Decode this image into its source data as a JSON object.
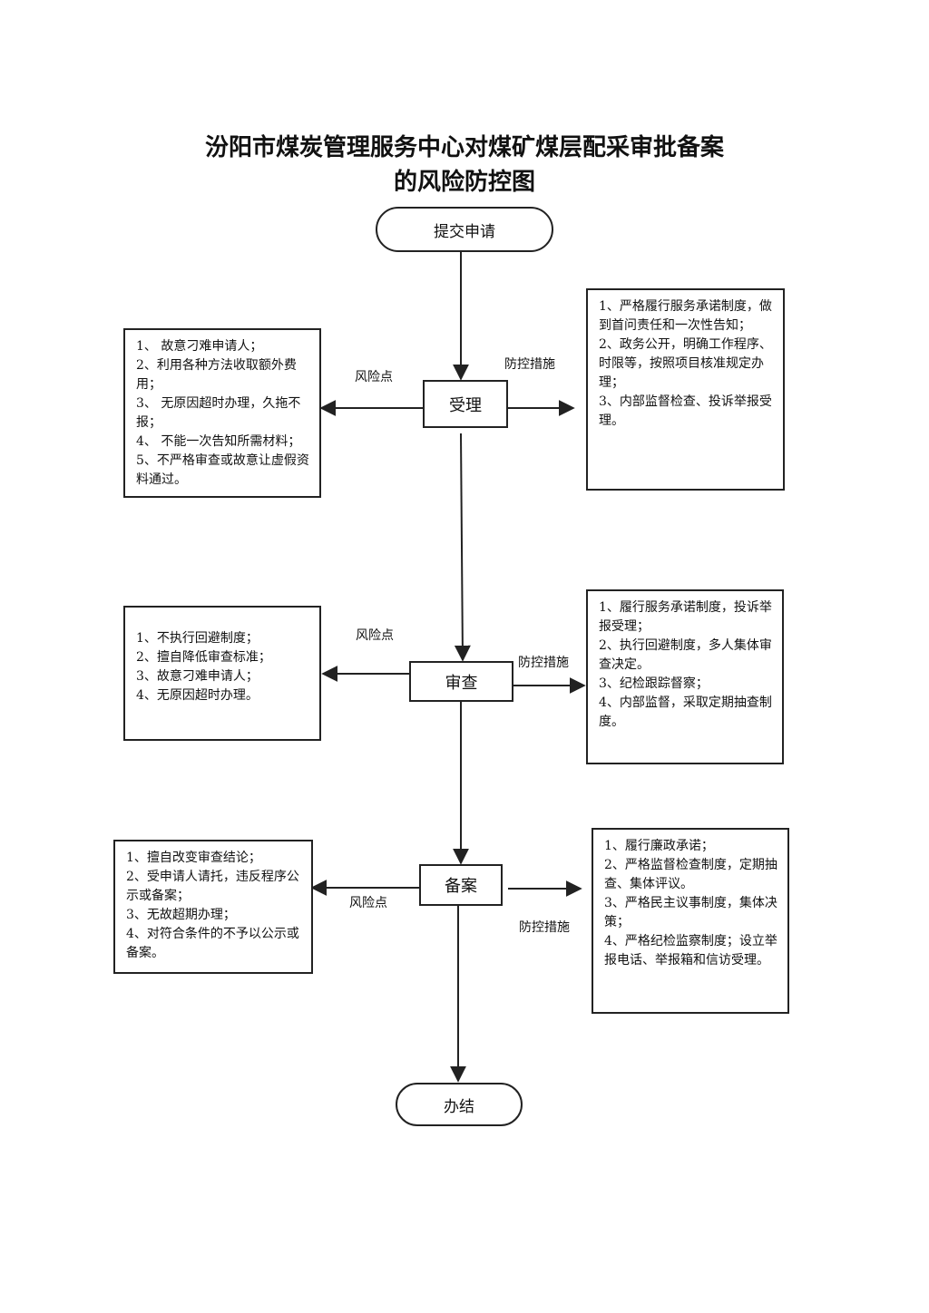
{
  "title": {
    "line1": "汾阳市煤炭管理服务中心对煤矿煤层配采审批备案",
    "line2": "的风险防控图"
  },
  "flow": {
    "start": "提交申请",
    "steps": [
      "受理",
      "审查",
      "备案"
    ],
    "end": "办结"
  },
  "labels": {
    "risk_point": "风险点",
    "control_measure": "防控措施"
  },
  "stages": [
    {
      "risks": [
        "1、  故意刁难申请人；",
        "2、利用各种方法收取额外费用；",
        "3、  无原因超时办理，久拖不报；",
        "4、  不能一次告知所需材料；",
        "5、不严格审查或故意让虚假资料通过。"
      ],
      "measures": [
        "1、严格履行服务承诺制度，做到首问责任和一次性告知；",
        "2、政务公开，明确工作程序、时限等，按照项目核准规定办理；",
        "3、内部监督检查、投诉举报受理。"
      ]
    },
    {
      "risks": [
        "1、不执行回避制度；",
        "2、擅自降低审查标准；",
        "3、故意刁难申请人；",
        "4、无原因超时办理。"
      ],
      "measures": [
        "1、履行服务承诺制度，投诉举报受理；",
        "2、执行回避制度，多人集体审查决定。",
        "3、纪检跟踪督察；",
        "4、内部监督，采取定期抽查制度。"
      ]
    },
    {
      "risks": [
        "1、擅自改变审查结论；",
        "2、受申请人请托，违反程序公示或备案；",
        "3、无故超期办理；",
        "4、对符合条件的不予以公示或备案。"
      ],
      "measures": [
        "1、履行廉政承诺；",
        "2、严格监督检查制度，定期抽查、集体评议。",
        "3、严格民主议事制度，集体决策；",
        "4、严格纪检监察制度；设立举报电话、举报箱和信访受理。"
      ]
    }
  ]
}
